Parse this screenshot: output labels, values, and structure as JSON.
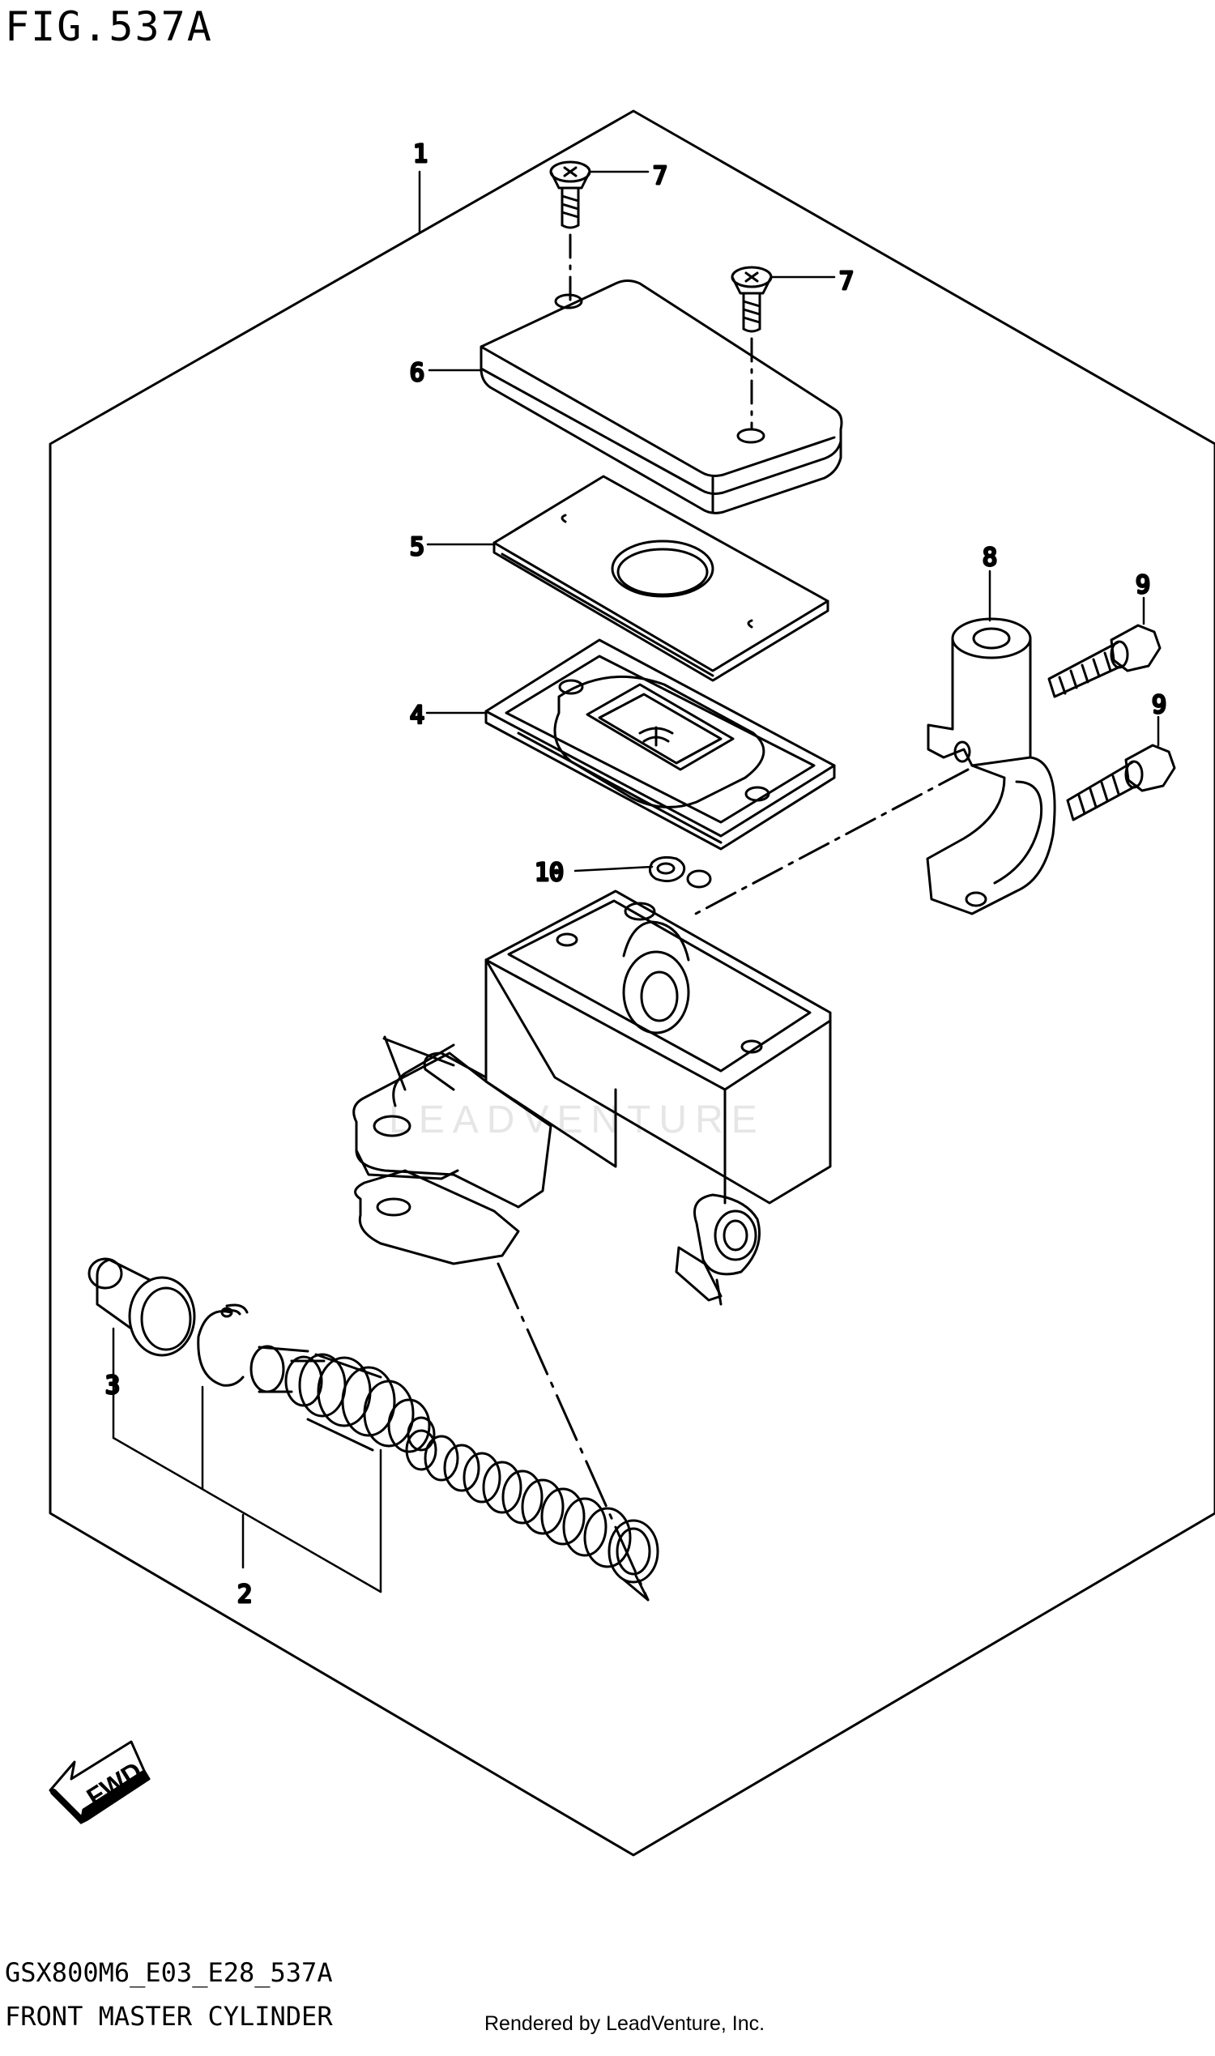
{
  "figure": {
    "title": "FIG.537A",
    "model_code": "GSX800M6_E03_E28_537A",
    "caption": "FRONT MASTER CYLINDER",
    "credit": "Rendered by LeadVenture, Inc.",
    "watermark": "LEADVENTURE"
  },
  "fwd_label": "FWD",
  "callouts": {
    "c1": "1",
    "c2": "2",
    "c3": "3",
    "c4": "4",
    "c5": "5",
    "c6": "6",
    "c7a": "7",
    "c7b": "7",
    "c8": "8",
    "c9a": "9",
    "c9b": "9",
    "c10": "10"
  },
  "colors": {
    "line": "#000000",
    "background": "#ffffff"
  }
}
